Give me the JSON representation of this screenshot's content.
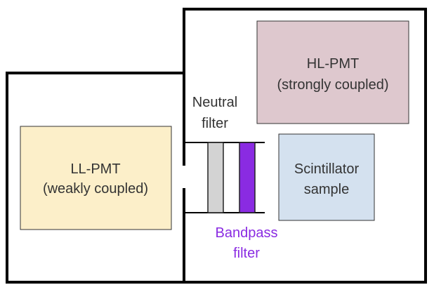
{
  "diagram": {
    "ll_pmt": {
      "line1": "LL-PMT",
      "line2": "(weakly coupled)"
    },
    "hl_pmt": {
      "line1": "HL-PMT",
      "line2": "(strongly coupled)"
    },
    "scintillator": {
      "line1": "Scintillator",
      "line2": "sample"
    },
    "neutral_filter": {
      "line1": "Neutral",
      "line2": "filter"
    },
    "bandpass_filter": {
      "line1": "Bandpass",
      "line2": "filter"
    }
  },
  "colors": {
    "ll_pmt_fill": "#fcefc9",
    "hl_pmt_fill": "#dec8ce",
    "scintillator_fill": "#d4e1ef",
    "neutral_filter_fill": "#d3d3d3",
    "bandpass_filter_fill": "#8a2be2",
    "bandpass_label": "#8a2be2",
    "text": "#333333",
    "outline": "#000000"
  }
}
